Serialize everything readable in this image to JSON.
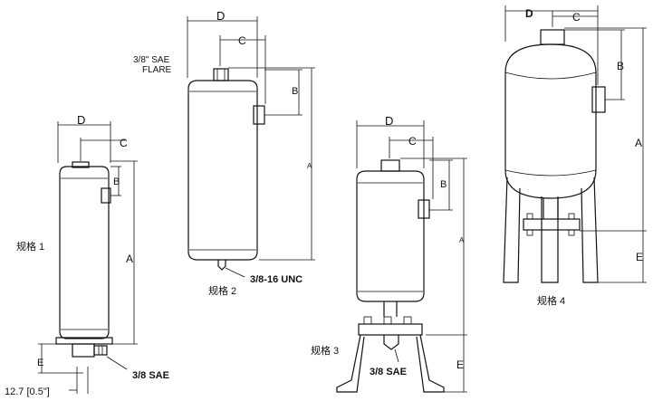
{
  "spec1": {
    "title": "规格 1",
    "dims": {
      "a": "A",
      "b": "B",
      "c": "C",
      "d": "D",
      "e": "E"
    },
    "bottom_dim": "12.7 [0.5\"]",
    "port_label": "3/8 SAE"
  },
  "spec2": {
    "title": "规格 2",
    "dims": {
      "a": "A",
      "b": "B",
      "c": "C",
      "d": "D"
    },
    "top_label_line1": "3/8\" SAE",
    "top_label_line2": "FLARE",
    "bottom_label": "3/8-16 UNC"
  },
  "spec3": {
    "title": "规格 3",
    "dims": {
      "a": "A",
      "b": "B",
      "c": "C",
      "d": "D",
      "e": "E"
    },
    "port_label": "3/8 SAE"
  },
  "spec4": {
    "title": "规格 4",
    "dims": {
      "a": "A",
      "b": "B",
      "c": "C",
      "d": "D",
      "e": "E"
    }
  }
}
